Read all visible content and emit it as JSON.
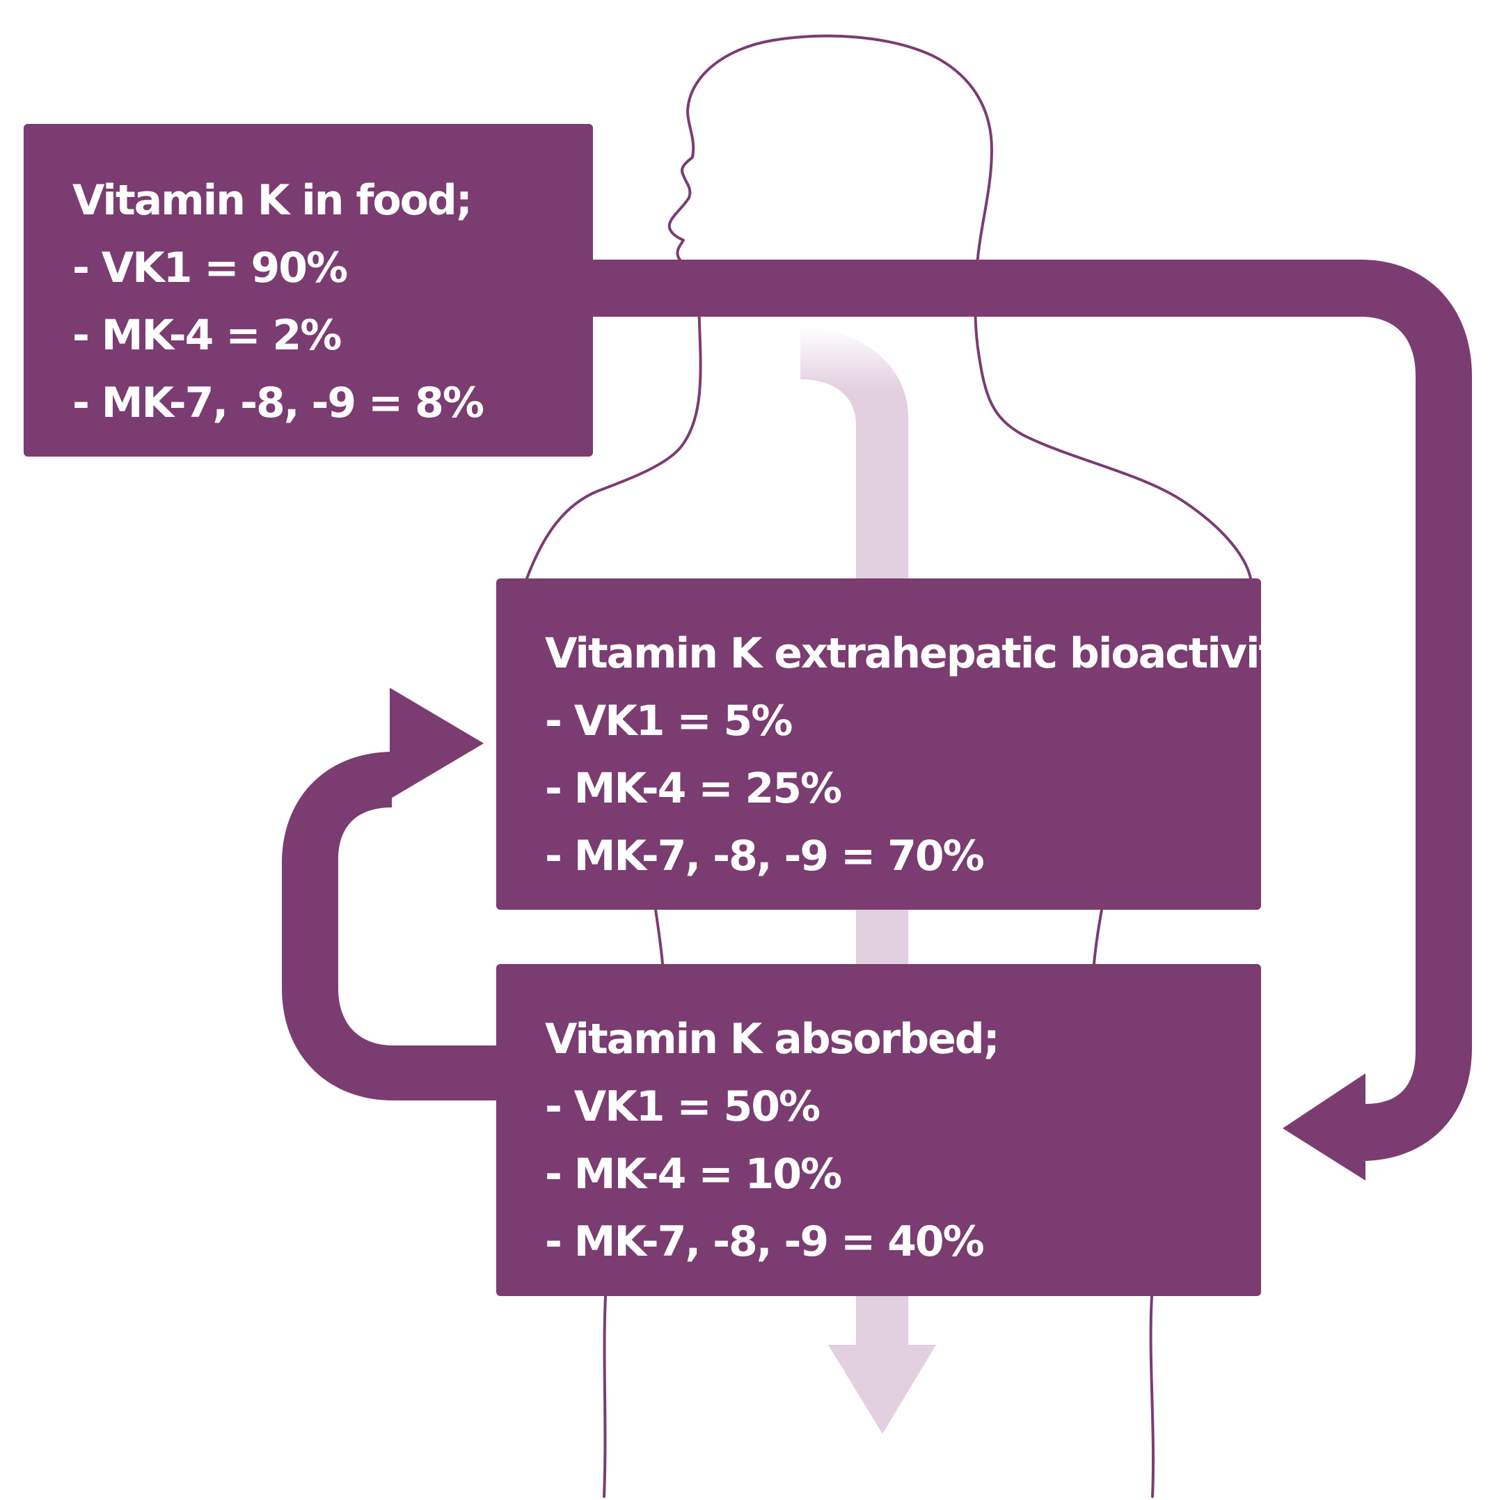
{
  "colors": {
    "box": "#7b3c71",
    "arrow": "#7b3c71",
    "flow": "#e2cfe0",
    "outline": "#7b3c71"
  },
  "boxes": {
    "food": {
      "title": "Vitamin K in food;",
      "items": [
        "-  VK1 = 90%",
        "-  MK-4 = 2%",
        "-  MK-7, -8, -9 = 8%"
      ]
    },
    "bioactivity": {
      "title": "Vitamin K extrahepatic bioactivity;",
      "items": [
        "- VK1 = 5%",
        "- MK-4 = 25%",
        "- MK-7, -8, -9 = 70%"
      ]
    },
    "absorbed": {
      "title": "Vitamin K absorbed;",
      "items": [
        "- VK1 = 50%",
        "- MK-4 = 10%",
        "- MK-7, -8, -9 = 40%"
      ]
    }
  },
  "icons": {
    "body": "human-silhouette-outline",
    "flow": "digestive-flow-arrow",
    "loop_right": "curved-arrow-right",
    "loop_left": "curved-arrow-left"
  }
}
